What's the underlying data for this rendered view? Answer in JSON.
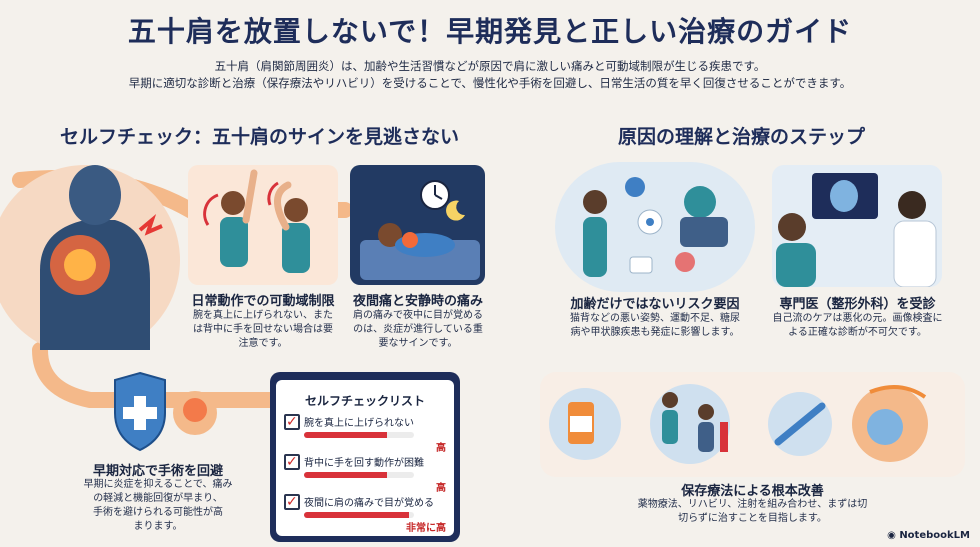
{
  "title": "五十肩を放置しないで！早期発見と正しい治療のガイド",
  "intro": [
    "五十肩（肩関節周囲炎）は、加齢や生活習慣などが原因で肩に激しい痛みと可動域制限が生じる疾患です。",
    "早期に適切な診断と治療（保存療法やリハビリ）を受けることで、慢性化や手術を回避し、日常生活の質を早く回復させることができます。"
  ],
  "left": {
    "heading": "セルフチェック：五十肩のサインを見逃さない",
    "range": {
      "title": "日常動作での可動域制限",
      "body": [
        "腕を真上に上げられない、また",
        "は背中に手を回せない場合は要",
        "注意です。"
      ]
    },
    "night": {
      "title": "夜間痛と安静時の痛み",
      "body": [
        "肩の痛みで夜中に目が覚める",
        "のは、炎症が進行している重",
        "要なサインです。"
      ]
    },
    "early": {
      "title": "早期対応で手術を回避",
      "body": [
        "早期に炎症を抑えることで、痛み",
        "の軽減と機能回復が早まり、",
        "手術を避けられる可能性が高",
        "まります。"
      ]
    },
    "checklist": {
      "title": "セルフチェックリスト",
      "items": [
        {
          "label": "腕を真上に上げられない",
          "level": "高",
          "fill": 0.75
        },
        {
          "label": "背中に手を回す動作が困難",
          "level": "高",
          "fill": 0.75
        },
        {
          "label": "夜間に肩の痛みで目が覚める",
          "level": "非常に高",
          "fill": 0.95
        }
      ]
    }
  },
  "right": {
    "heading": "原因の理解と治療のステップ",
    "risk": {
      "title": "加齢だけではないリスク要因",
      "body": [
        "猫背などの悪い姿勢、運動不足、糖尿",
        "病や甲状腺疾患も発症に影響します。"
      ]
    },
    "doctor": {
      "title": "専門医（整形外科）を受診",
      "body": [
        "自己流のケアは悪化の元。画像検査に",
        "よる正確な診断が不可欠です。"
      ]
    },
    "treat": {
      "title": "保存療法による根本改善",
      "body": [
        "薬物療法、リハビリ、注射を組み合わせ、まずは切",
        "切らずに治すことを目指します。"
      ]
    }
  },
  "brand": "NotebookLM",
  "colors": {
    "navy": "#1e2d5a",
    "accent": "#d8323a",
    "orange": "#f0a06a",
    "blue": "#3f7fc4"
  }
}
